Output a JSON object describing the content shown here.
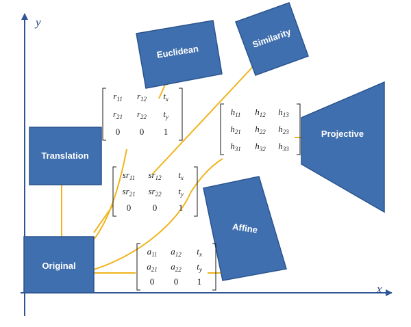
{
  "axes": {
    "x_label": "x",
    "y_label": "y"
  },
  "shapes": {
    "original": "Original",
    "translation": "Translation",
    "euclidean": "Euclidean",
    "similarity": "Similarity",
    "projective": "Projective",
    "affine": "Affine"
  },
  "matrices": {
    "euclidean": [
      [
        "r11",
        "r12",
        "tx"
      ],
      [
        "r21",
        "r22",
        "ty"
      ],
      [
        "0",
        "0",
        "1"
      ]
    ],
    "similarity": [
      [
        "sr11",
        "sr12",
        "tx"
      ],
      [
        "sr21",
        "sr22",
        "ty"
      ],
      [
        "0",
        "0",
        "1"
      ]
    ],
    "projective": [
      [
        "h11",
        "h12",
        "h13"
      ],
      [
        "h21",
        "h22",
        "h23"
      ],
      [
        "h31",
        "h32",
        "h33"
      ]
    ],
    "affine": [
      [
        "a11",
        "a12",
        "tx"
      ],
      [
        "a21",
        "a22",
        "ty"
      ],
      [
        "0",
        "0",
        "1"
      ]
    ]
  },
  "colors": {
    "shape_fill": "#3f6fae",
    "shape_stroke": "#2a548f",
    "arrow": "#f0b41c",
    "axis": "#2f5597"
  }
}
